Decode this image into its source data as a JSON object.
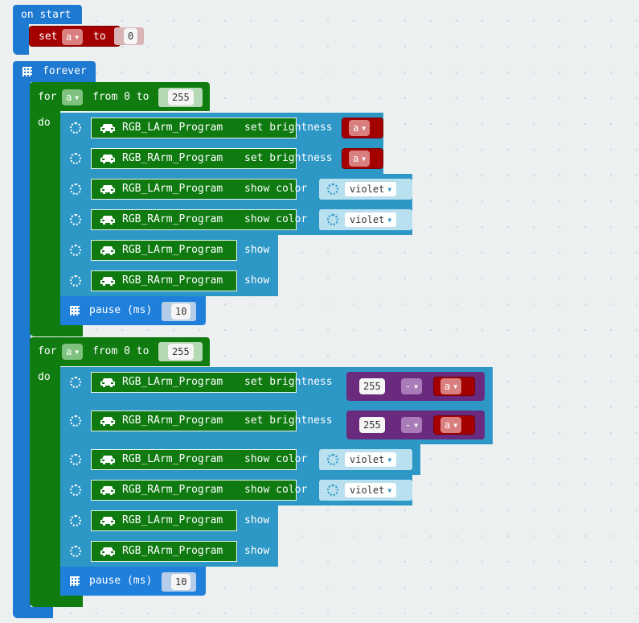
{
  "on_start": {
    "label": "on start",
    "set_label": "set",
    "var": "a",
    "to_label": "to",
    "value": "0"
  },
  "forever": {
    "label": "forever",
    "loops": [
      {
        "for_label": "for",
        "var": "a",
        "from_label": "from 0 to",
        "end": "255",
        "do_label": "do",
        "rows": [
          {
            "target": "RGB_LArm_Program",
            "action": "set brightness",
            "arg": "a"
          },
          {
            "target": "RGB_RArm_Program",
            "action": "set brightness",
            "arg": "a"
          },
          {
            "target": "RGB_LArm_Program",
            "action": "show color",
            "arg": "violet"
          },
          {
            "target": "RGB_RArm_Program",
            "action": "show color",
            "arg": "violet"
          },
          {
            "target": "RGB_LArm_Program",
            "action": "show"
          },
          {
            "target": "RGB_RArm_Program",
            "action": "show"
          }
        ],
        "pause_label": "pause (ms)",
        "pause_value": "10"
      },
      {
        "for_label": "for",
        "var": "a",
        "from_label": "from 0 to",
        "end": "255",
        "do_label": "do",
        "rows": [
          {
            "target": "RGB_LArm_Program",
            "action": "set brightness",
            "minuend": "255",
            "op": "-",
            "arg": "a"
          },
          {
            "target": "RGB_RArm_Program",
            "action": "set brightness",
            "minuend": "255",
            "op": "-",
            "arg": "a"
          },
          {
            "target": "RGB_LArm_Program",
            "action": "show color",
            "arg": "violet"
          },
          {
            "target": "RGB_RArm_Program",
            "action": "show color",
            "arg": "violet"
          },
          {
            "target": "RGB_LArm_Program",
            "action": "show"
          },
          {
            "target": "RGB_RArm_Program",
            "action": "show"
          }
        ],
        "pause_label": "pause (ms)",
        "pause_value": "10"
      }
    ]
  },
  "colors": {
    "event_blue": "#1e79d0",
    "variable_red": "#a50000",
    "loop_green": "#107c10",
    "extension_teal": "#2d97c6",
    "math_purple": "#6a2a7e"
  }
}
